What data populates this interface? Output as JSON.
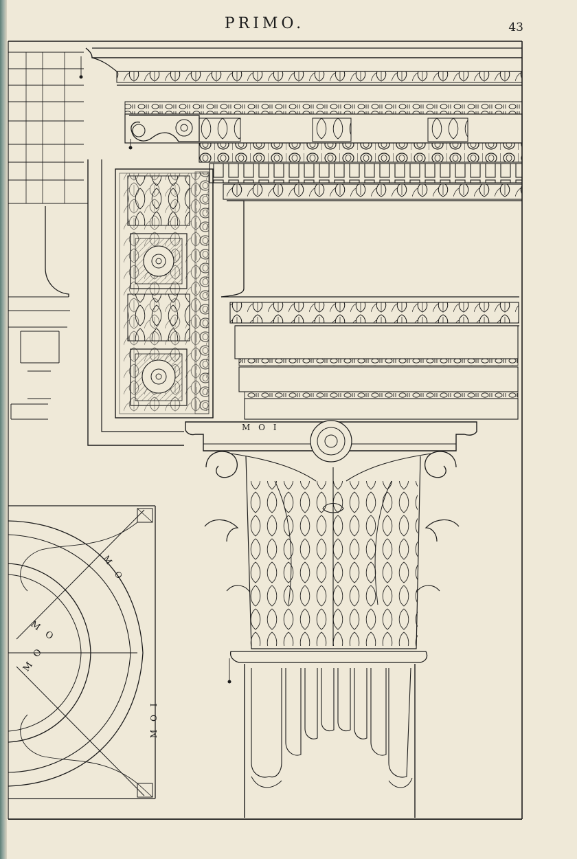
{
  "header": {
    "running_title": "PRIMO.",
    "folio": "43"
  },
  "plate": {
    "capital_label": "M O I",
    "plan_label_a": "M O",
    "plan_label_b": "M O",
    "plan_label_c": "M O I",
    "plan_label_d": "M O"
  },
  "colors": {
    "ink": "#1b1b1b",
    "paper": "#efe9d8",
    "binding": "#5e7f78"
  }
}
